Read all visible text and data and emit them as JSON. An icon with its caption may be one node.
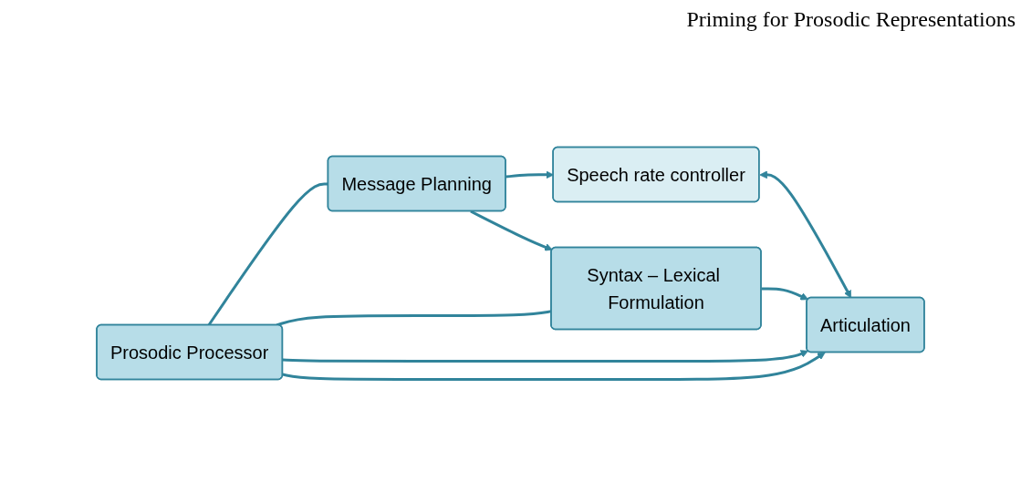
{
  "diagram": {
    "title": "Priming for Prosodic Representations",
    "nodes": [
      {
        "text": [
          "Message Planning"
        ]
      },
      {
        "text": [
          "Speech rate controller"
        ]
      },
      {
        "text": [
          "Syntax – Lexical Formulation"
        ]
      },
      {
        "text": [
          "Prosodic Processor"
        ]
      },
      {
        "text": [
          "Articulation"
        ]
      }
    ],
    "edges": [
      {
        "from": 0,
        "to": 1,
        "arrow": "to"
      },
      {
        "from": 0,
        "to": 2,
        "arrow": "to"
      },
      {
        "from": 2,
        "to": 4,
        "arrow": "to"
      },
      {
        "from": 3,
        "to": 0,
        "arrow": "none"
      },
      {
        "from": 3,
        "to": 2,
        "arrow": "none"
      },
      {
        "from": 3,
        "to": 4,
        "arrow": "to"
      },
      {
        "from": 3,
        "to": 4,
        "arrow": "to"
      },
      {
        "from": 1,
        "to": 4,
        "arrow": "both"
      }
    ]
  }
}
